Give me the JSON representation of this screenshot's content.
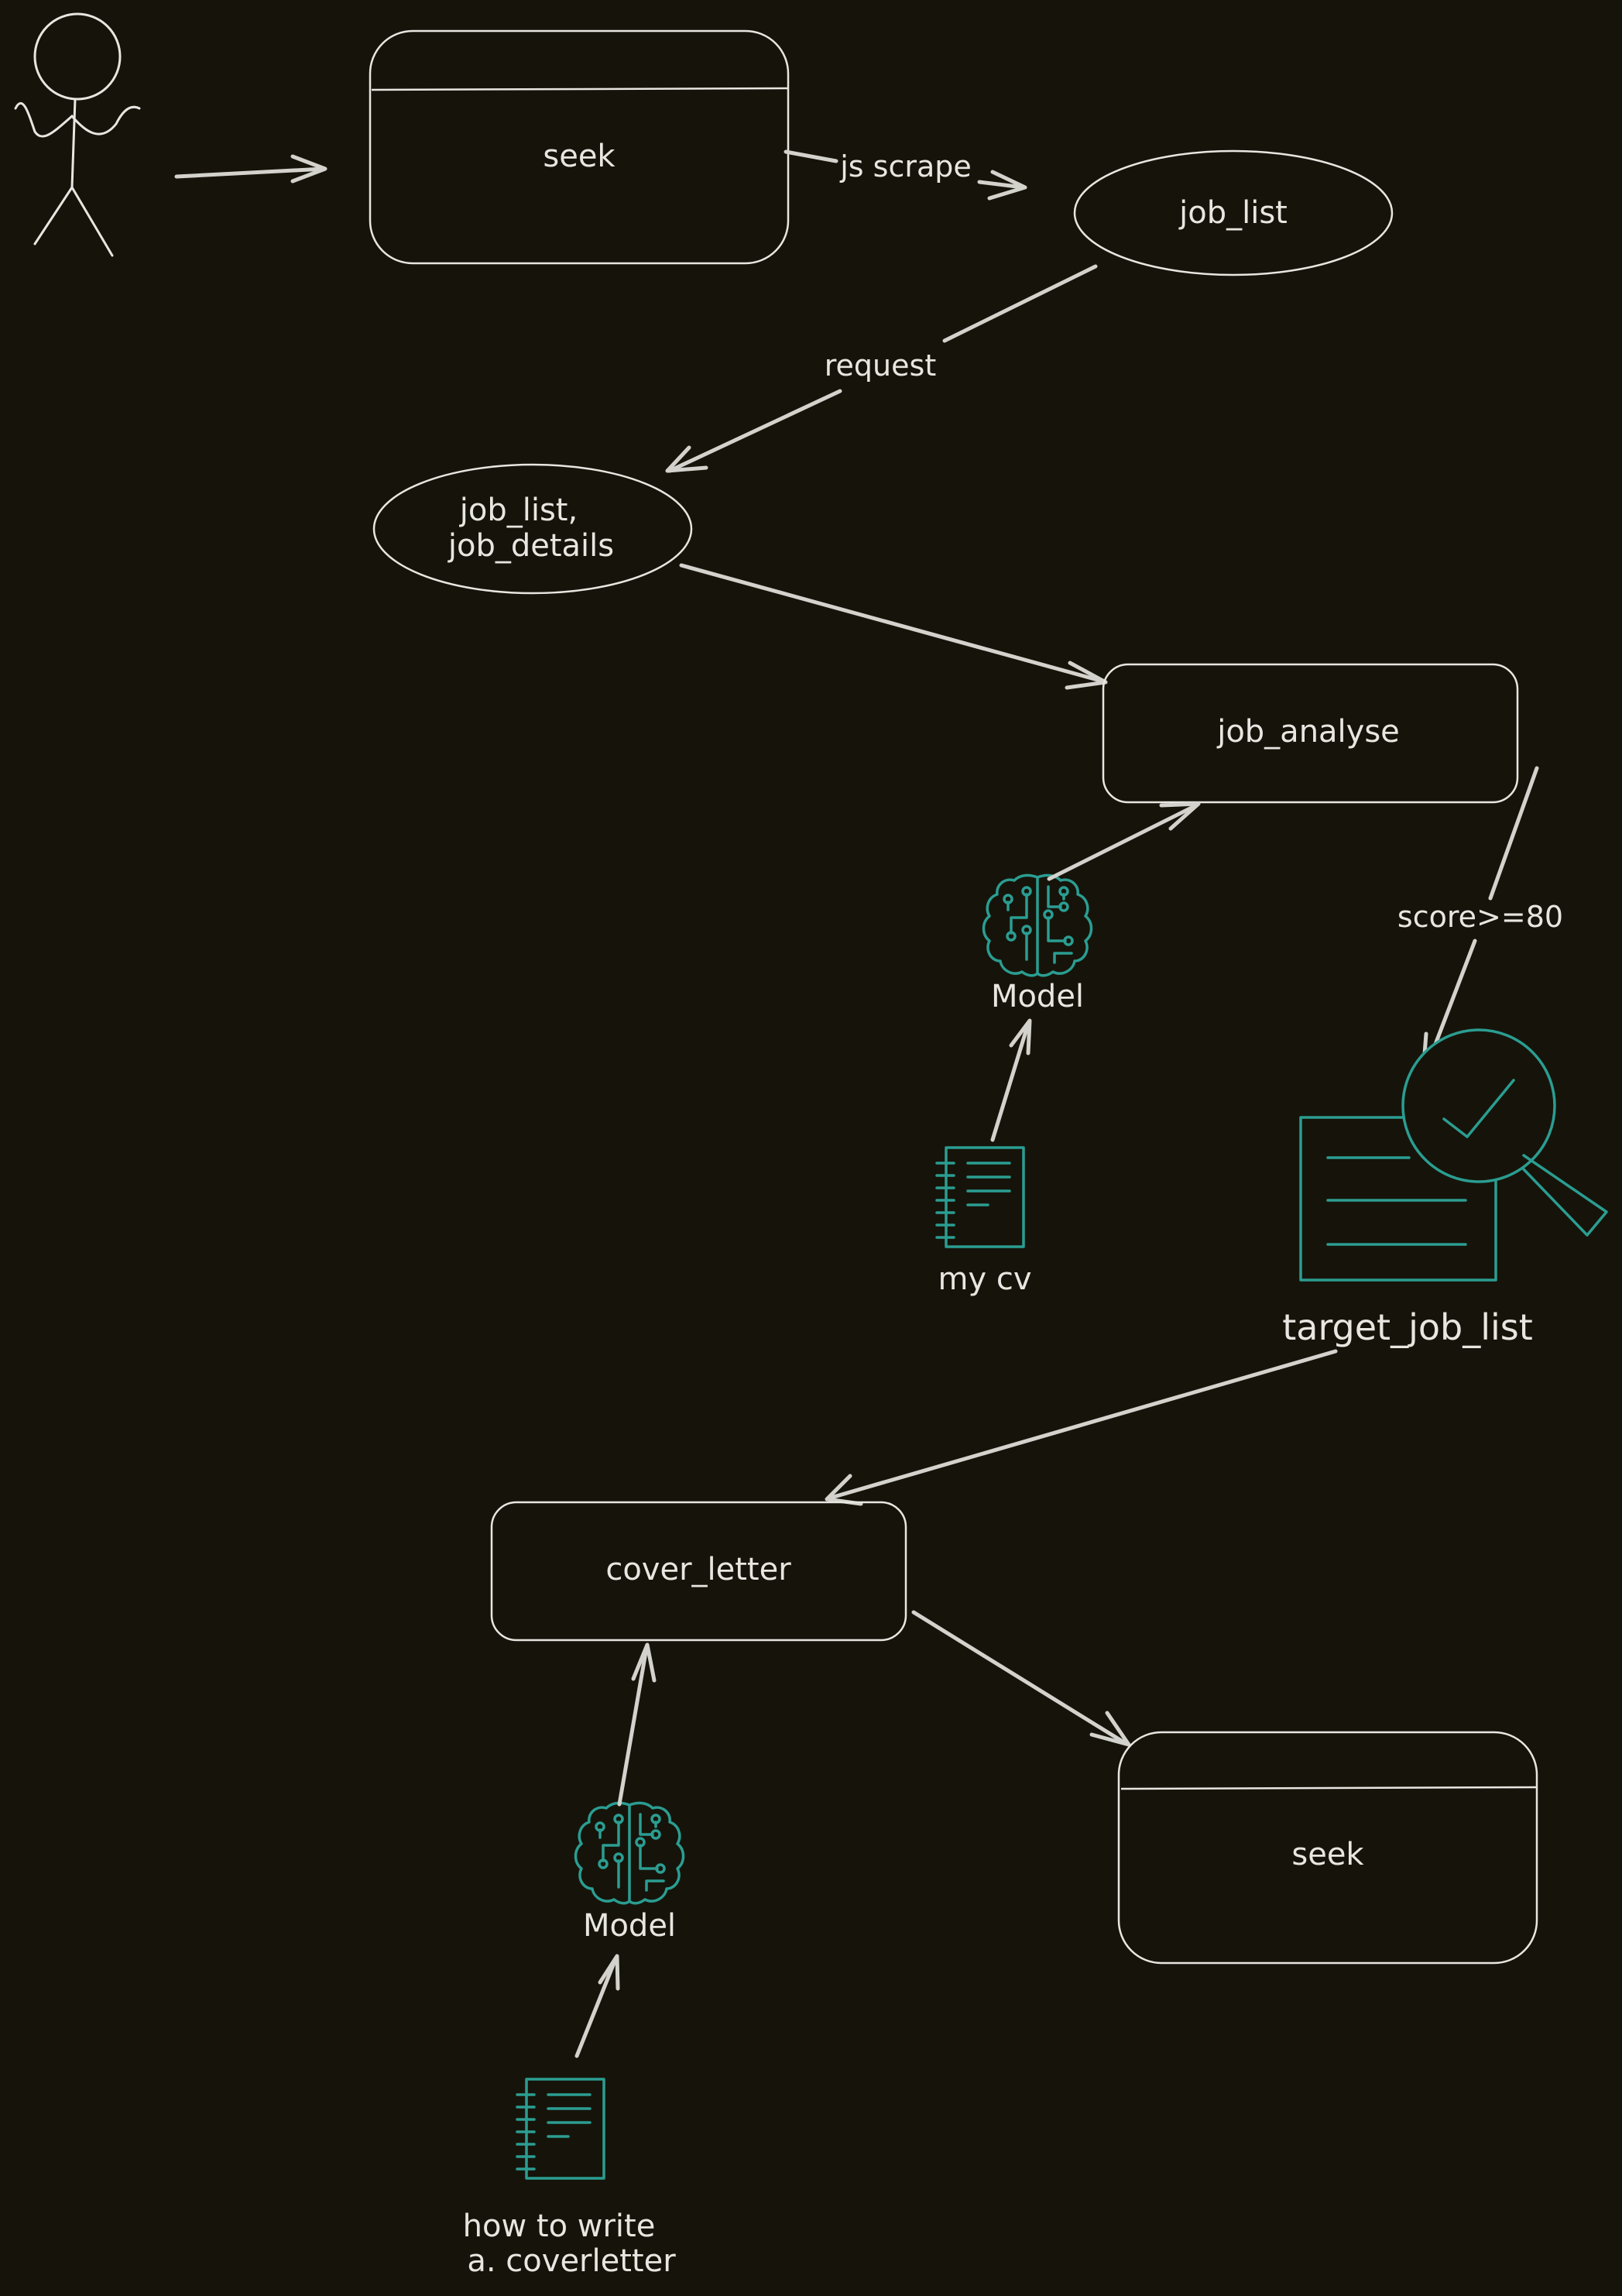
{
  "diagram": {
    "nodes": {
      "seek_top": "seek",
      "job_list": "job_list",
      "job_list_details_line1": "job_list,",
      "job_list_details_line2": "job_details",
      "job_analyse": "job_analyse",
      "cover_letter": "cover_letter",
      "seek_bottom": "seek"
    },
    "edges": {
      "js_scrape": "js scrape",
      "request": "request",
      "score": "score>=80"
    },
    "icons": {
      "model_top_label": "Model",
      "my_cv_label": "my cv",
      "target_job_list_label": "target_job_list",
      "model_bottom_label": "Model",
      "how_to_line1": "how to write",
      "how_to_line2": "a. coverletter",
      "model_icon": "brain-circuit-icon",
      "document_icon": "document-icon",
      "search_check_icon": "search-check-icon",
      "person_icon": "stick-figure-icon"
    },
    "colors": {
      "background": "#16140a",
      "stroke": "#e8e6e0",
      "accent": "#2b9d92"
    }
  }
}
